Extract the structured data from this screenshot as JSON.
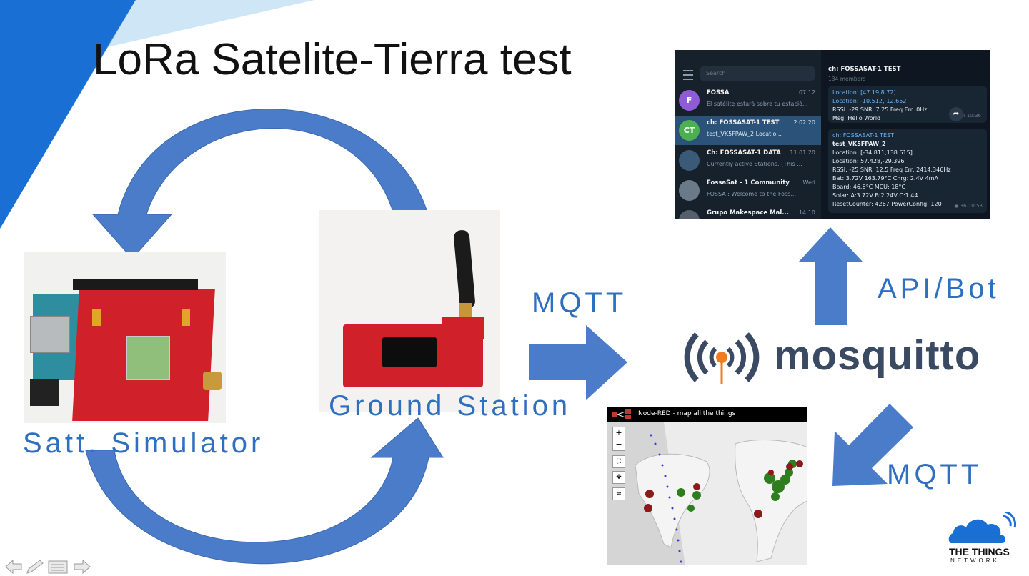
{
  "slide": {
    "title": "LoRa Satelite-Tierra test",
    "labels": {
      "ground_station": "Ground Station",
      "satt_simulator": "Satt. Simulator",
      "mqtt_center": "MQTT",
      "mqtt_right": "MQTT",
      "api_bot": "API/Bot"
    },
    "mosquitto_text": "mosquitto",
    "ttn": {
      "line1": "THE THINGS",
      "line2": "NETWORK"
    },
    "colors": {
      "arrow": "#4a7cc9",
      "label": "#2f6fbf",
      "corner": "#1a6fd4",
      "board_red": "#d0202a"
    }
  },
  "telegram": {
    "search_placeholder": "Search",
    "header_title": "ch: FOSSASAT-1 TEST",
    "header_sub": "134 members",
    "chats": [
      {
        "avatar": "F",
        "name": "FOSSA",
        "time": "07:12",
        "preview": "El satélite estará sobre tu estació...",
        "color": "#8e5cd6"
      },
      {
        "avatar": "CT",
        "name": "ch: FOSSASAT-1 TEST",
        "time": "2.02.20",
        "preview": "test_VK5FPAW_2 Locatio...",
        "color": "#4caf50"
      },
      {
        "avatar": "",
        "name": "Ch: FOSSASAT-1 DATA",
        "time": "11.01.20",
        "preview": "Currently active Stations. (This ...",
        "color": "#3a5a78"
      },
      {
        "avatar": "",
        "name": "FossaSat - 1 Community",
        "time": "Wed",
        "preview": "FOSSA : Welcome to the Foss...",
        "color": "#6b7a89"
      },
      {
        "avatar": "",
        "name": "Grupo Makespace Mal...",
        "time": "14:10",
        "preview": "",
        "color": "#55606b"
      }
    ],
    "msg1": {
      "lines": [
        "Location: [47.19,8.72]",
        "Location: -10.512,-12.652",
        "RSSI: -29 SNR: 7.25 Freq Err: 0Hz",
        "Msg: Hello World"
      ],
      "views": "34",
      "time": "10:36"
    },
    "msg2": {
      "lines": [
        "ch: FOSSASAT-1 TEST",
        "test_VK5FPAW_2",
        "Location: [-34.811,138.615]",
        "Location: 57.428,-29.396",
        "RSSI: -25 SNR: 12.5 Freq Err: 2414.346Hz",
        "Bat: 3.72V 163.79°C  Chrg: 2.4V 4mA",
        "Board: 46.6°C  MCU: 18°C",
        "Solar: A:3.72V B:2.24V C:1.44",
        "ResetCounter: 4267 PowerConfig: 120"
      ],
      "views": "36",
      "time": "10:53"
    }
  },
  "nodered": {
    "title": "Node-RED - map all the things"
  },
  "nav_icons": [
    "left-arrow-icon",
    "pencil-icon",
    "menu-icon",
    "right-arrow-icon"
  ]
}
